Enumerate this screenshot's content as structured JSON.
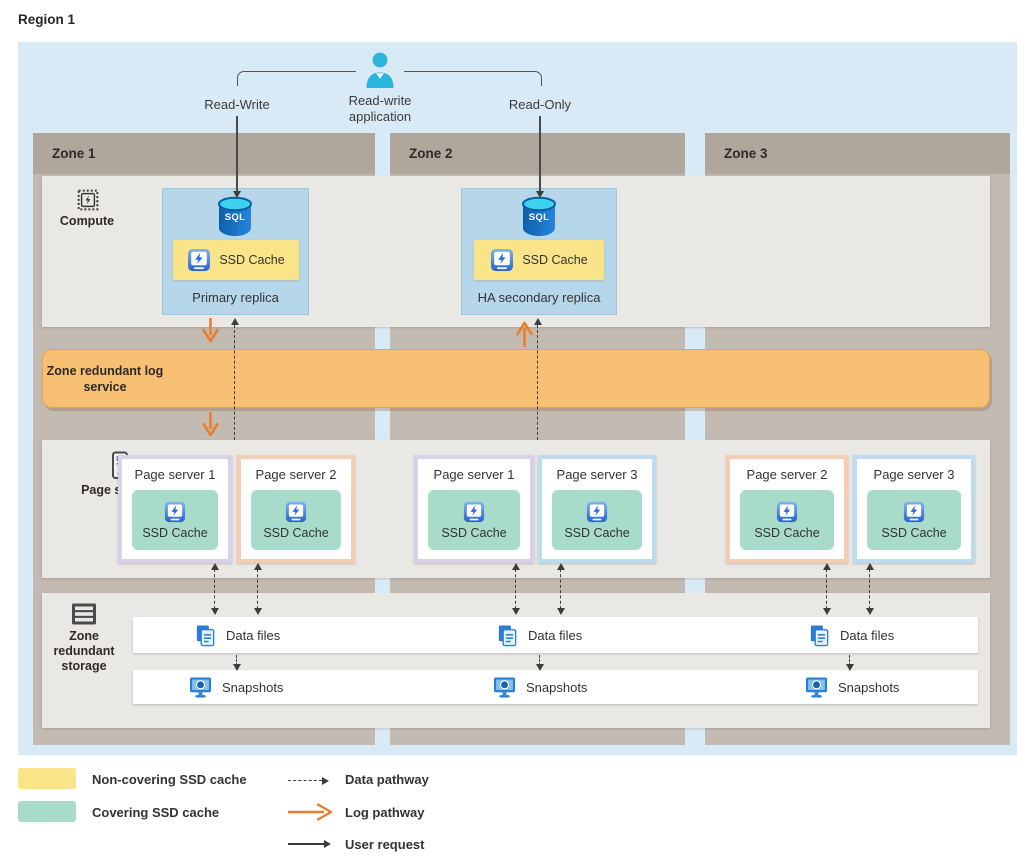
{
  "region": {
    "label": "Region 1"
  },
  "application": {
    "label": "Read-write application",
    "read_write_label": "Read-Write",
    "read_only_label": "Read-Only"
  },
  "zones": [
    {
      "label": "Zone 1"
    },
    {
      "label": "Zone 2"
    },
    {
      "label": "Zone 3"
    }
  ],
  "compute": {
    "section_label": "Compute",
    "primary_replica": {
      "title": "Primary replica",
      "cache_label": "SSD Cache",
      "db_icon_label": "SQL"
    },
    "ha_secondary_replica": {
      "title": "HA secondary replica",
      "cache_label": "SSD Cache",
      "db_icon_label": "SQL"
    }
  },
  "log_service": {
    "label": "Zone redundant log service"
  },
  "page_servers": {
    "section_label": "Page servers",
    "boxes": [
      {
        "title": "Page server 1",
        "cache_label": "SSD Cache",
        "variant": "lavender"
      },
      {
        "title": "Page server 2",
        "cache_label": "SSD Cache",
        "variant": "peach"
      },
      {
        "title": "Page server 1",
        "cache_label": "SSD Cache",
        "variant": "lavender"
      },
      {
        "title": "Page server 3",
        "cache_label": "SSD Cache",
        "variant": "blue"
      },
      {
        "title": "Page server 2",
        "cache_label": "SSD Cache",
        "variant": "peach"
      },
      {
        "title": "Page server 3",
        "cache_label": "SSD Cache",
        "variant": "blue"
      }
    ]
  },
  "storage": {
    "section_label": "Zone redundant storage",
    "data_files_labels": [
      "Data files",
      "Data files",
      "Data files"
    ],
    "snapshots_labels": [
      "Snapshots",
      "Snapshots",
      "Snapshots"
    ]
  },
  "legend": {
    "non_covering": "Non-covering SSD cache",
    "covering": "Covering SSD cache",
    "data_pathway": "Data pathway",
    "log_pathway": "Log pathway",
    "user_request": "User request"
  },
  "colors": {
    "region_bg": "#d9eaf7",
    "zone_header": "#b1a69b",
    "zone_column": "#c3bab1",
    "band_bg": "#eae8e4",
    "replica_bg": "#b6d7e9",
    "non_covering_cache": "#f9e48a",
    "covering_cache": "#a8dbc9",
    "log_band": "#f6bf72",
    "log_arrow": "#e97e2d",
    "page_server1_border": "#d9d0ea",
    "page_server2_border": "#f8ccb3",
    "page_server3_border": "#bddcf1"
  }
}
